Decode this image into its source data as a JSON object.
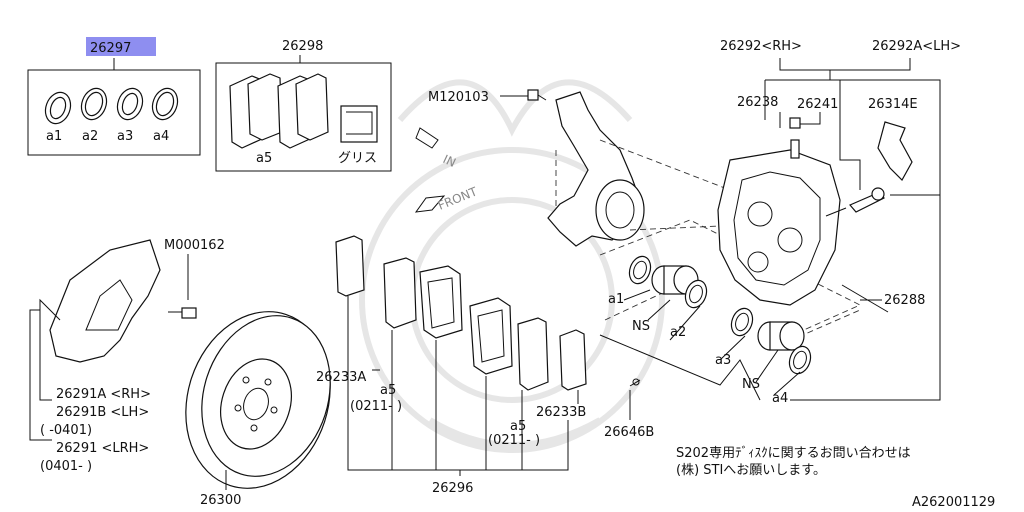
{
  "diagram_id": "A262001129",
  "parts": {
    "p26297": "26297",
    "p26298": "26298",
    "p26292rh": "26292<RH>",
    "p26292lh": "26292A<LH>",
    "p26238": "26238",
    "p26241": "26241",
    "p26314e": "26314E",
    "pm120103": "M120103",
    "pm000162": "M000162",
    "p26288": "26288",
    "p26233a": "26233A",
    "p26233b": "26233B",
    "p26646b": "26646B",
    "p26296": "26296",
    "p26300": "26300"
  },
  "subitems": {
    "a1": "a1",
    "a2": "a2",
    "a3": "a3",
    "a4": "a4",
    "a5": "a5",
    "grease": "グリス",
    "ns": "NS"
  },
  "rotor_shield": {
    "line1": "26291A <RH>",
    "line2": "26291B <LH>",
    "line3": "(      -0401)",
    "line4": "26291  <LRH>",
    "line5": "(0401-      )"
  },
  "pad_dates": {
    "a_date": "(0211-      )",
    "b_date": "(0211-      )"
  },
  "arrows": {
    "in": "IN",
    "front": "FRONT"
  },
  "note": {
    "line1": "S202専用ﾃﾞｨｽｸに関するお問い合わせは",
    "line2": "(株) STIへお願いします。"
  },
  "colors": {
    "highlight": "#8e8ef0",
    "line": "#111111"
  }
}
